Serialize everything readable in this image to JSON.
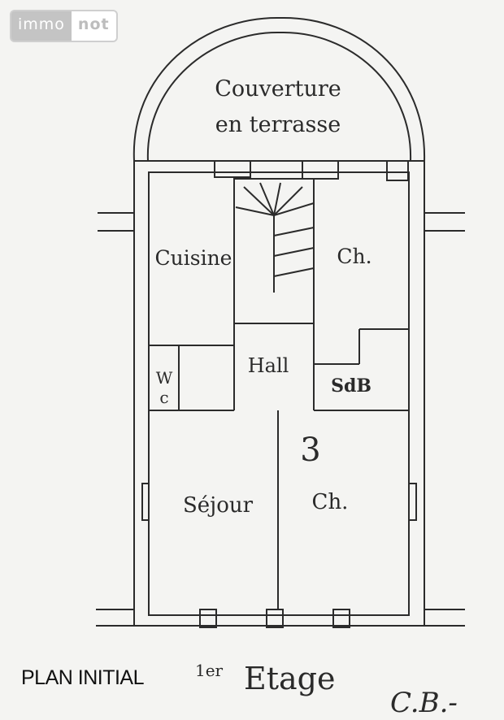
{
  "watermark": {
    "part1": "immo",
    "part2": "not"
  },
  "rooms": {
    "roof": [
      "Couverture",
      "en terrasse"
    ],
    "kitchen": "Cuisine",
    "bedroom_top": "Ch.",
    "hall": "Hall",
    "wc_top": "W",
    "wc_bottom": "c",
    "bathroom": "SdB",
    "unit_number": "3",
    "living": "Séjour",
    "bedroom_bottom": "Ch."
  },
  "floor_label": {
    "sup": "1er",
    "main": "Etage"
  },
  "signature": "C.B.-",
  "caption": "PLAN INITIAL"
}
